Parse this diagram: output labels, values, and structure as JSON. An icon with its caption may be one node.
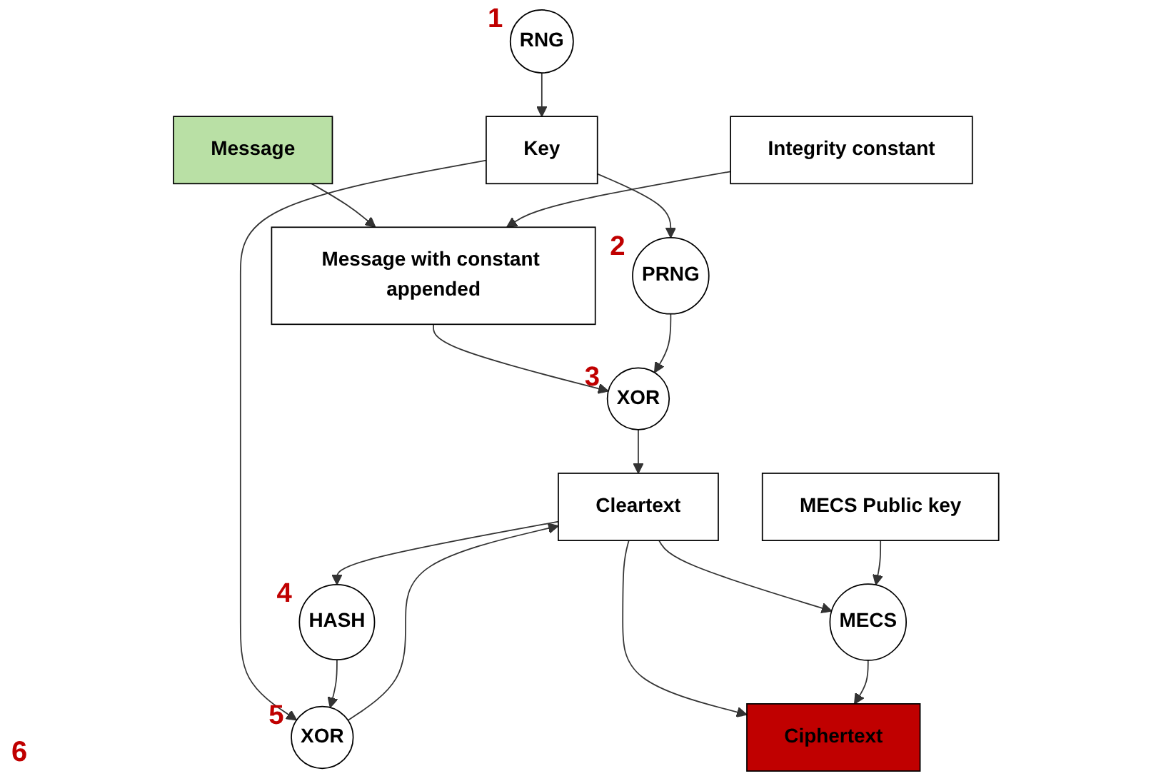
{
  "diagram": {
    "nodes": [
      {
        "text": [
          "Message"
        ]
      },
      {
        "text": [
          "Integrity constant"
        ]
      },
      {
        "text": [
          "RNG"
        ],
        "beside": [
          "1"
        ]
      },
      {
        "text": [
          "MECS Public key"
        ]
      },
      {
        "text": [
          "Message with constant appended"
        ]
      },
      {
        "text": [
          "Key"
        ]
      },
      {
        "text": [
          "XOR"
        ],
        "beside": [
          "3"
        ]
      },
      {
        "text": [
          "PRNG"
        ],
        "beside": [
          "2"
        ]
      },
      {
        "text": [
          "HASH"
        ],
        "beside": [
          "4"
        ]
      },
      {
        "text": [
          "XOR"
        ],
        "beside": [
          "5"
        ]
      },
      {
        "text": [
          "Cleartext"
        ]
      },
      {
        "text": [
          "MECS"
        ]
      },
      {
        "text": [
          "Ciphertext"
        ]
      }
    ],
    "edges": [
      {
        "from": 0,
        "to": 4,
        "arrow": "to"
      },
      {
        "from": 1,
        "to": 4,
        "arrow": "to"
      },
      {
        "from": 2,
        "to": 5,
        "arrow": "to"
      },
      {
        "from": 5,
        "to": 7,
        "arrow": "to"
      },
      {
        "from": 5,
        "to": 9,
        "arrow": "to"
      },
      {
        "from": 4,
        "to": 6,
        "arrow": "to"
      },
      {
        "from": 7,
        "to": 6,
        "arrow": "to"
      },
      {
        "from": 6,
        "to": 10,
        "arrow": "to"
      },
      {
        "from": 10,
        "to": 8,
        "arrow": "to"
      },
      {
        "from": 8,
        "to": 9,
        "arrow": "to"
      },
      {
        "from": 9,
        "to": 10,
        "arrow": "to"
      },
      {
        "from": 10,
        "to": 11,
        "arrow": "to"
      },
      {
        "from": 3,
        "to": 11,
        "arrow": "to"
      },
      {
        "from": 10,
        "to": 12,
        "arrow": "to"
      },
      {
        "from": 11,
        "to": 12,
        "arrow": "to"
      }
    ],
    "labels": [
      "6"
    ]
  }
}
